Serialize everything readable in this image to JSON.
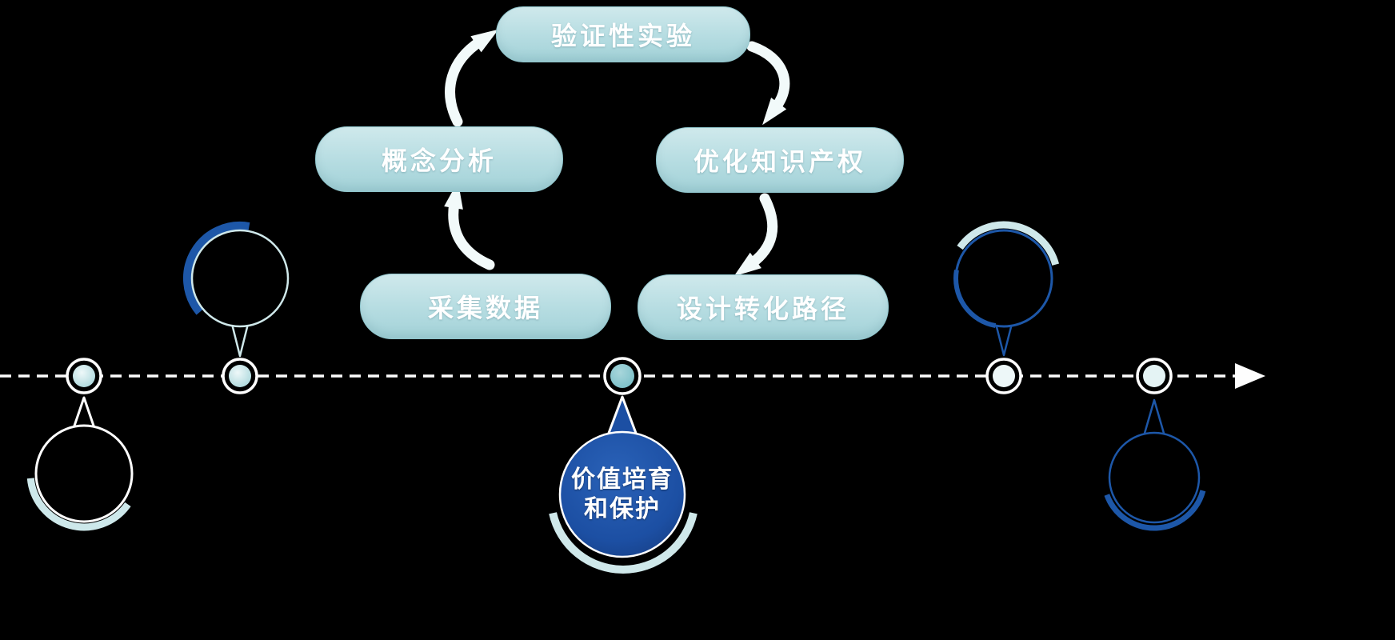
{
  "colors": {
    "background": "#000000",
    "pill_fill_top": "#cfe9ec",
    "pill_fill_bottom": "#a3d2d8",
    "pill_text": "#ffffff",
    "light_teal": "#cfe8ea",
    "dark_blue_stroke": "#1d57a8",
    "deep_blue_fill": "#1c4fa3",
    "timeline_line": "#ffffff",
    "cycle_arrow": "#f2fafa"
  },
  "cycle": {
    "steps": [
      {
        "id": "verification-experiment",
        "label": "验证性实验"
      },
      {
        "id": "concept-analysis",
        "label": "概念分析"
      },
      {
        "id": "optimize-ip",
        "label": "优化知识产权"
      },
      {
        "id": "collect-data",
        "label": "采集数据"
      },
      {
        "id": "design-transformation-path",
        "label": "设计转化路径"
      }
    ]
  },
  "timeline": {
    "node_count": 5,
    "center_callout": {
      "lines": [
        "价值培育",
        "和保护"
      ]
    }
  }
}
